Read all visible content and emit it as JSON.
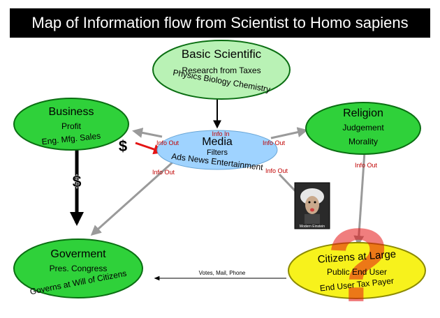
{
  "title": "Map of Information flow from Scientist to Homo sapiens",
  "colors": {
    "title_bg": "#000000",
    "title_text": "#ffffff",
    "green": "#2fd13a",
    "green_dark": "#0a6e12",
    "light_green": "#b9f2b5",
    "media_blue": "#9fd3ff",
    "citizens_yellow": "#f7f21c",
    "red": "#e41414",
    "gray_arrow": "#9a9a9a"
  },
  "nodes": {
    "science": {
      "title": "Basic Scientific",
      "line1": "Research from Taxes",
      "line2": "Physics Biology Chemistry"
    },
    "business": {
      "title": "Business",
      "line1": "Profit",
      "line2": "Eng. Mfg. Sales"
    },
    "religion": {
      "title": "Religion",
      "line1": "Judgement",
      "line2": "Morality"
    },
    "media": {
      "title": "Media",
      "line1": "Filters",
      "line2": "Ads News Entertainment"
    },
    "government": {
      "title": "Goverment",
      "line1": "Pres. Congress",
      "line2": "Governs at Will of Citizens"
    },
    "citizens": {
      "title": "Citizens at Large",
      "line1": "Public End User",
      "line2": "End User Tax Payer"
    }
  },
  "edges": {
    "info_in": "Info In",
    "info_out_business": "Info Out",
    "info_out_religion": "Info Out",
    "info_out_gov": "Info Out",
    "info_out_citizens": "Info Out",
    "info_out_religion_citizens": "Info Out",
    "votes": "Votes, Mail, Phone"
  },
  "symbols": {
    "dollar_business_media": "$",
    "dollar_business_gov": "$",
    "question": "?"
  },
  "photo": {
    "caption": "Modern Einstein",
    "icon": "einstein-photo"
  }
}
